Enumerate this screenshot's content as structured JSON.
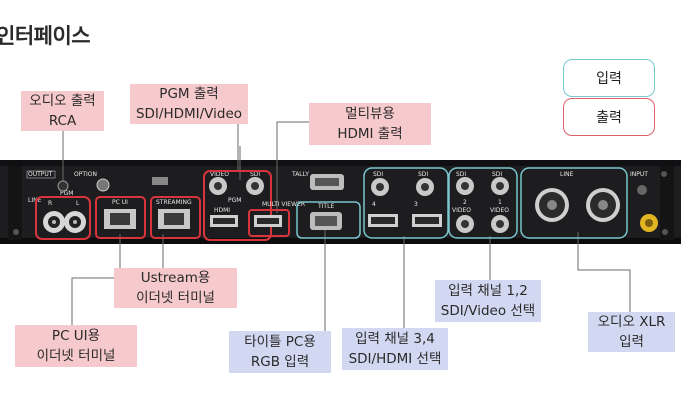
{
  "title": "인터페이스",
  "legend": {
    "input": "입력",
    "output": "출력"
  },
  "device_labels": {
    "output": "OUTPUT",
    "line": "LINE",
    "pgm": "PGM",
    "r": "R",
    "l": "L",
    "option": "OPTION",
    "pc_ui": "PC UI",
    "streaming": "STREAMING",
    "video": "VIDEO",
    "sdi": "SDI",
    "hdmi": "HDMI",
    "multi_viewer": "MULTI VIEWER",
    "tally": "TALLY",
    "title": "TITLE",
    "num4": "4",
    "num3": "3",
    "num2": "2",
    "num1": "1",
    "line_in": "LINE",
    "input": "INPUT"
  },
  "callouts": {
    "audio_out": [
      "오디오 출력",
      "RCA"
    ],
    "pgm_out": [
      "PGM 출력",
      "SDI/HDMI/Video"
    ],
    "multiview": [
      "멀티뷰용",
      "HDMI 출력"
    ],
    "ustream": [
      "Ustream용",
      "이더넷 터미널"
    ],
    "pcui": [
      "PC UI용",
      "이더넷 터미널"
    ],
    "title_pc": [
      "타이틀 PC용",
      "RGB 입력"
    ],
    "ch34": [
      "입력 채널 3,4",
      "SDI/HDMI 선택"
    ],
    "ch12": [
      "입력 채널 1,2",
      "SDI/Video 선택"
    ],
    "audio_xlr": [
      "오디오 XLR",
      "입력"
    ]
  },
  "colors": {
    "output_red": "#d8343c",
    "input_cyan": "#7ac7cf",
    "pink": "#f6c9cc",
    "blue": "#d2d8f1"
  }
}
